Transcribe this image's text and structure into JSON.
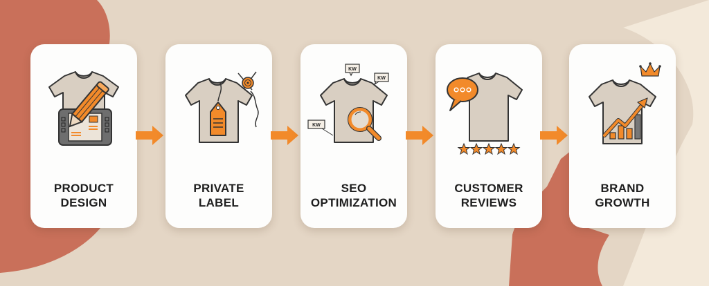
{
  "colors": {
    "background": "#e4d6c5",
    "accent_orange": "#f28a2a",
    "terracotta": "#c9705a",
    "card": "#fdfdfc",
    "shirt": "#d9cfc2",
    "outline": "#333333",
    "text": "#1e1e1e"
  },
  "steps": [
    {
      "id": "product-design",
      "label_lines": [
        "PRODUCT",
        "DESIGN"
      ],
      "icon": "tshirt-pencil-tablet-icon"
    },
    {
      "id": "private-label",
      "label_lines": [
        "PRIVATE",
        "LABEL"
      ],
      "icon": "tshirt-hang-tag-needle-icon"
    },
    {
      "id": "seo-optimization",
      "label_lines": [
        "SEO",
        "OPTIMIZATION"
      ],
      "icon": "tshirt-magnifier-keywords-icon",
      "keyword_tags": [
        "KW",
        "KW",
        "KW"
      ]
    },
    {
      "id": "customer-reviews",
      "label_lines": [
        "CUSTOMER",
        "REVIEWS"
      ],
      "icon": "tshirt-chat-stars-icon",
      "stars": 5
    },
    {
      "id": "brand-growth",
      "label_lines": [
        "BRAND",
        "GROWTH"
      ],
      "icon": "tshirt-growth-chart-crown-icon"
    }
  ],
  "connectors": [
    "arrow-right",
    "arrow-right",
    "arrow-right",
    "arrow-right"
  ]
}
